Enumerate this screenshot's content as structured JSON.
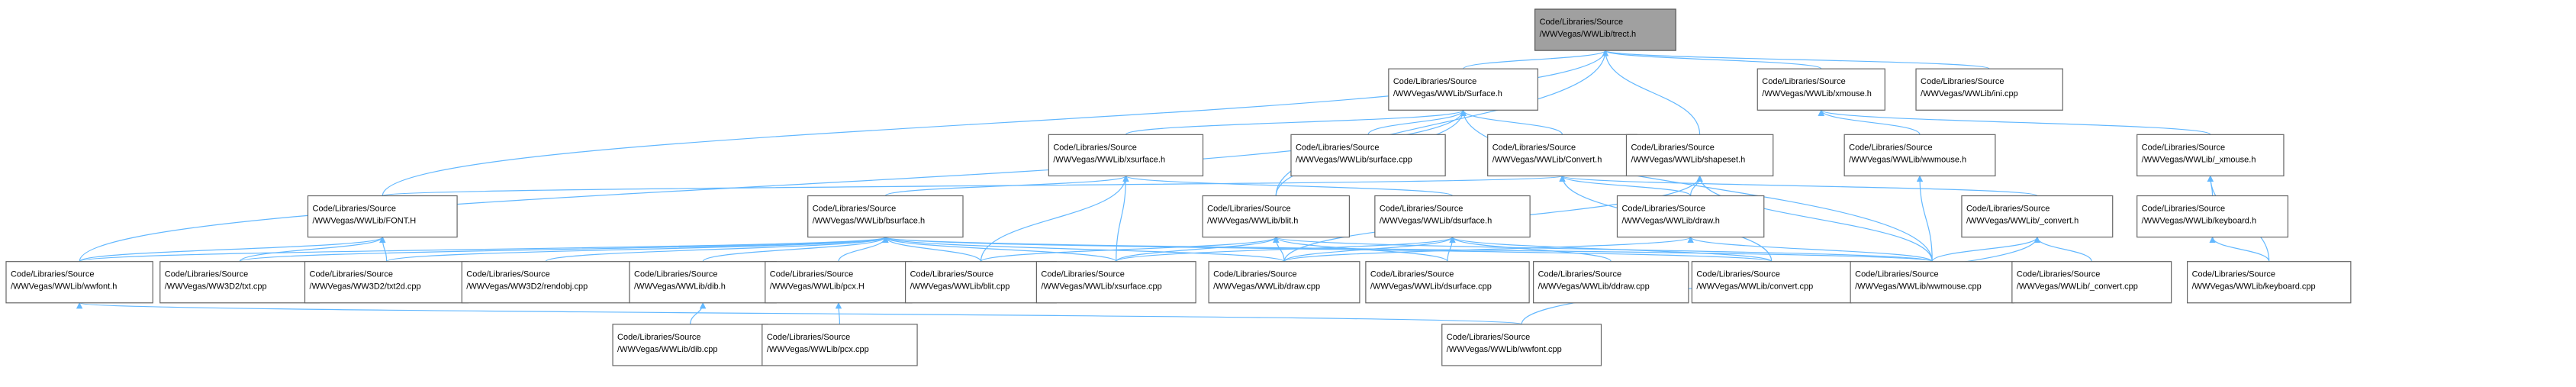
{
  "graph": {
    "nodes": [
      {
        "id": "n_rect",
        "lines": [
          "Code/Libraries/Source",
          "/WWVegas/WWLib/trect.h"
        ],
        "root": true
      },
      {
        "id": "n_surface_h",
        "lines": [
          "Code/Libraries/Source",
          "/WWVegas/WWLib/Surface.h"
        ]
      },
      {
        "id": "n_xmouse_h",
        "lines": [
          "Code/Libraries/Source",
          "/WWVegas/WWLib/xmouse.h"
        ]
      },
      {
        "id": "n_ini_cpp",
        "lines": [
          "Code/Libraries/Source",
          "/WWVegas/WWLib/ini.cpp"
        ]
      },
      {
        "id": "n_xsurface_h",
        "lines": [
          "Code/Libraries/Source",
          "/WWVegas/WWLib/xsurface.h"
        ]
      },
      {
        "id": "n_surface_cpp",
        "lines": [
          "Code/Libraries/Source",
          "/WWVegas/WWLib/surface.cpp"
        ]
      },
      {
        "id": "n_convert_h",
        "lines": [
          "Code/Libraries/Source",
          "/WWVegas/WWLib/Convert.h"
        ]
      },
      {
        "id": "n_shapeset_h",
        "lines": [
          "Code/Libraries/Source",
          "/WWVegas/WWLib/shapeset.h"
        ]
      },
      {
        "id": "n_wwmouse_h",
        "lines": [
          "Code/Libraries/Source",
          "/WWVegas/WWLib/wwmouse.h"
        ]
      },
      {
        "id": "n__xmouse_h",
        "lines": [
          "Code/Libraries/Source",
          "/WWVegas/WWLib/_xmouse.h"
        ]
      },
      {
        "id": "n_font_h",
        "lines": [
          "Code/Libraries/Source",
          "/WWVegas/WWLib/FONT.H"
        ]
      },
      {
        "id": "n_bsurface_h",
        "lines": [
          "Code/Libraries/Source",
          "/WWVegas/WWLib/bsurface.h"
        ]
      },
      {
        "id": "n_blit_h",
        "lines": [
          "Code/Libraries/Source",
          "/WWVegas/WWLib/blit.h"
        ]
      },
      {
        "id": "n_dsurface_h",
        "lines": [
          "Code/Libraries/Source",
          "/WWVegas/WWLib/dsurface.h"
        ]
      },
      {
        "id": "n_draw_h",
        "lines": [
          "Code/Libraries/Source",
          "/WWVegas/WWLib/draw.h"
        ]
      },
      {
        "id": "n__convert_h",
        "lines": [
          "Code/Libraries/Source",
          "/WWVegas/WWLib/_convert.h"
        ]
      },
      {
        "id": "n_keyboard_h",
        "lines": [
          "Code/Libraries/Source",
          "/WWVegas/WWLib/keyboard.h"
        ]
      },
      {
        "id": "n_wwfont_h",
        "lines": [
          "Code/Libraries/Source",
          "/WWVegas/WWLib/wwfont.h"
        ]
      },
      {
        "id": "n_w3d_txt_cpp",
        "lines": [
          "Code/Libraries/Source",
          "/WWVegas/WW3D2/txt.cpp"
        ]
      },
      {
        "id": "n_w3d_txt2d_cpp",
        "lines": [
          "Code/Libraries/Source",
          "/WWVegas/WW3D2/txt2d.cpp"
        ]
      },
      {
        "id": "n_w3d_rendobj_cpp",
        "lines": [
          "Code/Libraries/Source",
          "/WWVegas/WW3D2/rendobj.cpp"
        ]
      },
      {
        "id": "n_dib_h",
        "lines": [
          "Code/Libraries/Source",
          "/WWVegas/WWLib/dib.h"
        ]
      },
      {
        "id": "n_pcx_h",
        "lines": [
          "Code/Libraries/Source",
          "/WWVegas/WWLib/pcx.H"
        ]
      },
      {
        "id": "n_blit_cpp",
        "lines": [
          "Code/Libraries/Source",
          "/WWVegas/WWLib/blit.cpp"
        ]
      },
      {
        "id": "n_xsurface_cpp",
        "lines": [
          "Code/Libraries/Source",
          "/WWVegas/WWLib/xsurface.cpp"
        ]
      },
      {
        "id": "n_draw_cpp",
        "lines": [
          "Code/Libraries/Source",
          "/WWVegas/WWLib/draw.cpp"
        ]
      },
      {
        "id": "n_dsurface_cpp",
        "lines": [
          "Code/Libraries/Source",
          "/WWVegas/WWLib/dsurface.cpp"
        ]
      },
      {
        "id": "n_ddraw_cpp",
        "lines": [
          "Code/Libraries/Source",
          "/WWVegas/WWLib/ddraw.cpp"
        ]
      },
      {
        "id": "n_convert_cpp",
        "lines": [
          "Code/Libraries/Source",
          "/WWVegas/WWLib/convert.cpp"
        ]
      },
      {
        "id": "n_wwmouse_cpp",
        "lines": [
          "Code/Libraries/Source",
          "/WWVegas/WWLib/wwmouse.cpp"
        ]
      },
      {
        "id": "n__convert_cpp",
        "lines": [
          "Code/Libraries/Source",
          "/WWVegas/WWLib/_convert.cpp"
        ]
      },
      {
        "id": "n_keyboard_cpp",
        "lines": [
          "Code/Libraries/Source",
          "/WWVegas/WWLib/keyboard.cpp"
        ]
      },
      {
        "id": "n_dib_cpp",
        "lines": [
          "Code/Libraries/Source",
          "/WWVegas/WWLib/dib.cpp"
        ]
      },
      {
        "id": "n_pcx_cpp",
        "lines": [
          "Code/Libraries/Source",
          "/WWVegas/WWLib/pcx.cpp"
        ]
      },
      {
        "id": "n_wwfont_cpp",
        "lines": [
          "Code/Libraries/Source",
          "/WWVegas/WWLib/wwfont.cpp"
        ]
      }
    ],
    "edges": [
      [
        "n_surface_h",
        "n_rect"
      ],
      [
        "n_xmouse_h",
        "n_rect"
      ],
      [
        "n_ini_cpp",
        "n_rect"
      ],
      [
        "n_font_h",
        "n_rect"
      ],
      [
        "n_blit_h",
        "n_rect"
      ],
      [
        "n_shapeset_h",
        "n_rect"
      ],
      [
        "n_xsurface_h",
        "n_surface_h"
      ],
      [
        "n_surface_cpp",
        "n_surface_h"
      ],
      [
        "n_convert_h",
        "n_surface_h"
      ],
      [
        "n_blit_h",
        "n_surface_h"
      ],
      [
        "n_wwfont_h",
        "n_surface_h"
      ],
      [
        "n_wwmouse_cpp",
        "n_surface_h"
      ],
      [
        "n_wwmouse_h",
        "n_xmouse_h"
      ],
      [
        "n__xmouse_h",
        "n_xmouse_h"
      ],
      [
        "n_bsurface_h",
        "n_xsurface_h"
      ],
      [
        "n_dsurface_h",
        "n_xsurface_h"
      ],
      [
        "n_blit_cpp",
        "n_xsurface_h"
      ],
      [
        "n_xsurface_cpp",
        "n_xsurface_h"
      ],
      [
        "n_font_h",
        "n_convert_h"
      ],
      [
        "n_draw_h",
        "n_convert_h"
      ],
      [
        "n__convert_h",
        "n_convert_h"
      ],
      [
        "n_convert_cpp",
        "n_convert_h"
      ],
      [
        "n_draw_cpp",
        "n_shapeset_h"
      ],
      [
        "n_draw_h",
        "n_shapeset_h"
      ],
      [
        "n_wwmouse_cpp",
        "n_shapeset_h"
      ],
      [
        "n_wwmouse_cpp",
        "n_wwmouse_h"
      ],
      [
        "n_keyboard_h",
        "n__xmouse_h"
      ],
      [
        "n_keyboard_cpp",
        "n__xmouse_h"
      ],
      [
        "n_wwfont_h",
        "n_font_h"
      ],
      [
        "n_w3d_txt_cpp",
        "n_font_h"
      ],
      [
        "n_w3d_txt2d_cpp",
        "n_font_h"
      ],
      [
        "n_wwfont_h",
        "n_bsurface_h"
      ],
      [
        "n_w3d_txt_cpp",
        "n_bsurface_h"
      ],
      [
        "n_w3d_txt2d_cpp",
        "n_bsurface_h"
      ],
      [
        "n_w3d_rendobj_cpp",
        "n_bsurface_h"
      ],
      [
        "n_dib_h",
        "n_bsurface_h"
      ],
      [
        "n_pcx_h",
        "n_bsurface_h"
      ],
      [
        "n_blit_cpp",
        "n_bsurface_h"
      ],
      [
        "n_xsurface_cpp",
        "n_bsurface_h"
      ],
      [
        "n_draw_cpp",
        "n_bsurface_h"
      ],
      [
        "n_convert_cpp",
        "n_bsurface_h"
      ],
      [
        "n_wwmouse_cpp",
        "n_bsurface_h"
      ],
      [
        "n_blit_cpp",
        "n_blit_h"
      ],
      [
        "n_xsurface_cpp",
        "n_blit_h"
      ],
      [
        "n_draw_cpp",
        "n_blit_h"
      ],
      [
        "n_dsurface_cpp",
        "n_blit_h"
      ],
      [
        "n_wwmouse_cpp",
        "n_blit_h"
      ],
      [
        "n_xsurface_cpp",
        "n_dsurface_h"
      ],
      [
        "n_draw_cpp",
        "n_dsurface_h"
      ],
      [
        "n_dsurface_cpp",
        "n_dsurface_h"
      ],
      [
        "n_ddraw_cpp",
        "n_dsurface_h"
      ],
      [
        "n_convert_cpp",
        "n_dsurface_h"
      ],
      [
        "n_draw_cpp",
        "n_draw_h"
      ],
      [
        "n_wwmouse_cpp",
        "n_draw_h"
      ],
      [
        "n_wwmouse_cpp",
        "n__convert_h"
      ],
      [
        "n__convert_cpp",
        "n__convert_h"
      ],
      [
        "n_wwfont_cpp",
        "n__convert_h"
      ],
      [
        "n_keyboard_cpp",
        "n_keyboard_h"
      ],
      [
        "n_dib_cpp",
        "n_dib_h"
      ],
      [
        "n_pcx_cpp",
        "n_pcx_h"
      ],
      [
        "n_wwfont_cpp",
        "n_wwfont_h"
      ]
    ]
  }
}
